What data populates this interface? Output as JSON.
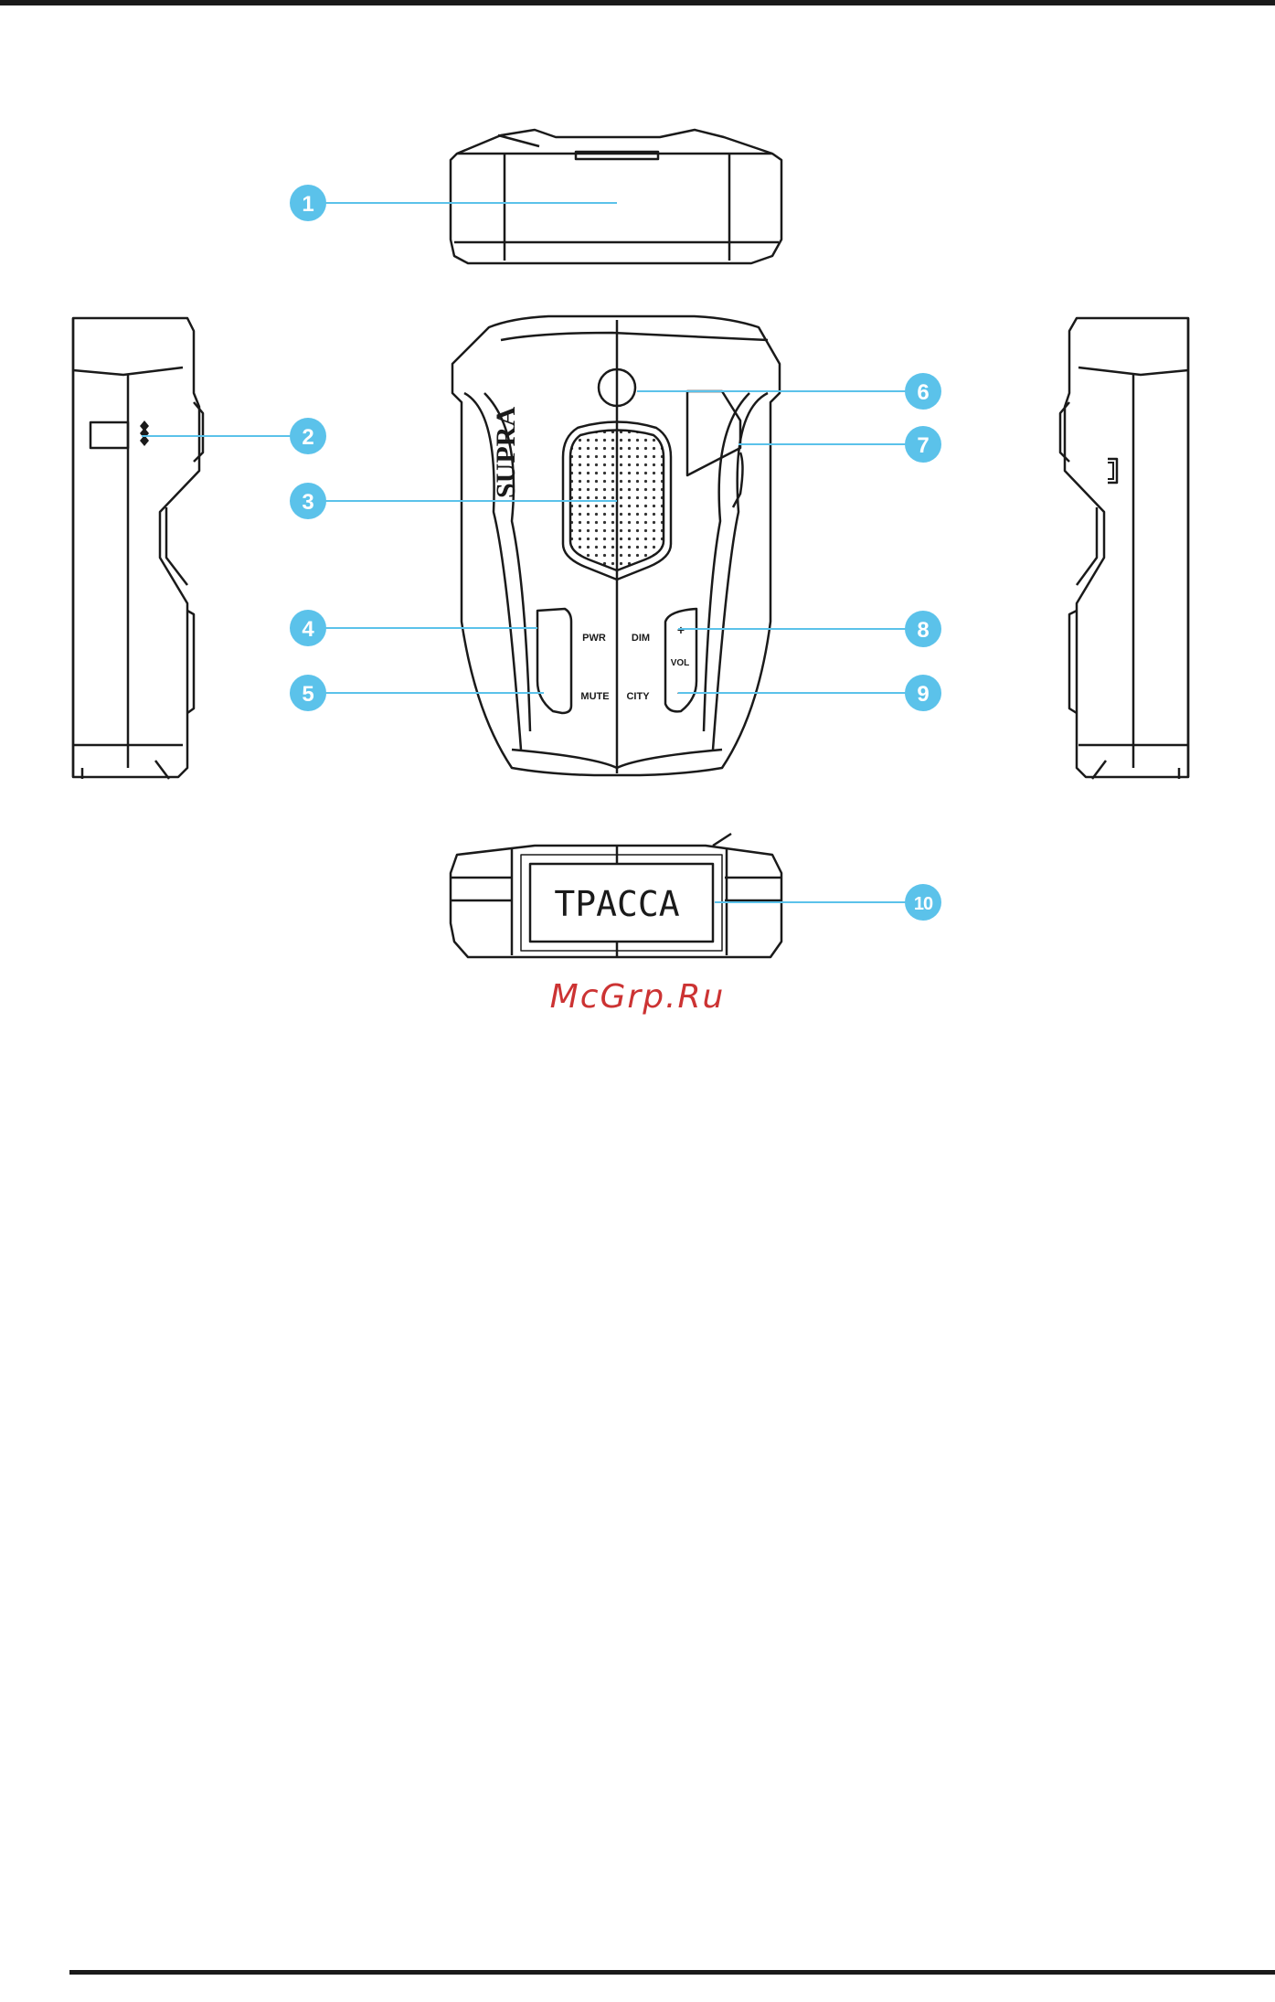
{
  "device": {
    "brand": "SUPRA",
    "buttons": {
      "pwr": "PWR",
      "mute": "MUTE",
      "dim": "DIM",
      "city": "CITY",
      "vol": "VOL",
      "plus": "+",
      "minus": "–"
    },
    "display_text": "ТРАССА"
  },
  "callouts": [
    "1",
    "2",
    "3",
    "4",
    "5",
    "6",
    "7",
    "8",
    "9",
    "10"
  ],
  "watermark": "McGrp.Ru",
  "colors": {
    "callout": "#5bc2ea",
    "line": "#1a1a1a",
    "watermark": "#cc3333"
  }
}
